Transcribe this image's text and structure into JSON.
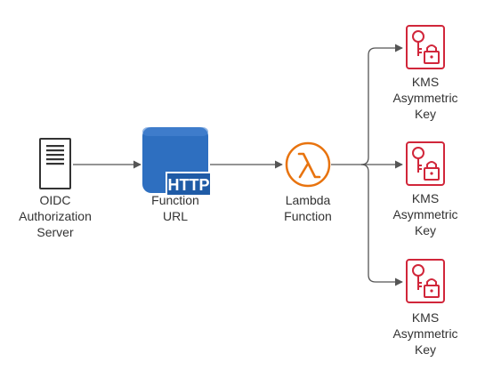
{
  "nodes": {
    "oidc_server": {
      "label_lines": [
        "OIDC",
        "Authorization",
        "Server"
      ],
      "icon": "server-icon"
    },
    "function_url": {
      "label_lines": [
        "Function",
        "URL"
      ],
      "badge_text": "HTTP",
      "icon": "http-endpoint-icon",
      "color": "#2E6FC0"
    },
    "lambda": {
      "label_lines": [
        "Lambda",
        "Function"
      ],
      "icon": "lambda-icon",
      "color": "#E8730E"
    },
    "kms_keys": [
      {
        "label_lines": [
          "KMS",
          "Asymmetric",
          "Key"
        ],
        "icon": "kms-key-icon",
        "color": "#D1263A"
      },
      {
        "label_lines": [
          "KMS",
          "Asymmetric",
          "Key"
        ],
        "icon": "kms-key-icon",
        "color": "#D1263A"
      },
      {
        "label_lines": [
          "KMS",
          "Asymmetric",
          "Key"
        ],
        "icon": "kms-key-icon",
        "color": "#D1263A"
      }
    ]
  },
  "edges": [
    {
      "from": "oidc_server",
      "to": "function_url"
    },
    {
      "from": "function_url",
      "to": "lambda"
    },
    {
      "from": "lambda",
      "to": "kms_keys.0"
    },
    {
      "from": "lambda",
      "to": "kms_keys.1"
    },
    {
      "from": "lambda",
      "to": "kms_keys.2"
    }
  ],
  "colors": {
    "edge": "#555555",
    "label_text": "#333333"
  }
}
